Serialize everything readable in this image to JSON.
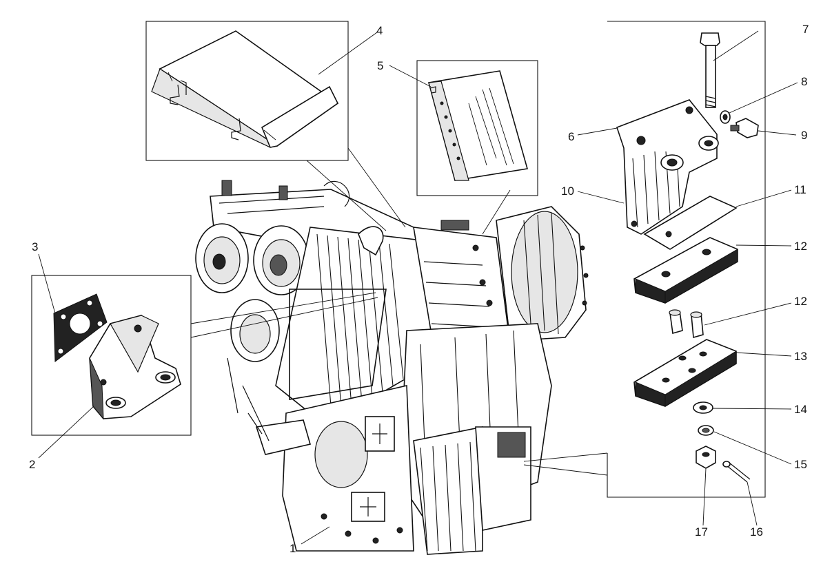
{
  "diagram": {
    "callouts": [
      {
        "id": "1",
        "label": "1"
      },
      {
        "id": "2",
        "label": "2"
      },
      {
        "id": "3",
        "label": "3"
      },
      {
        "id": "4",
        "label": "4"
      },
      {
        "id": "5",
        "label": "5"
      },
      {
        "id": "6",
        "label": "6"
      },
      {
        "id": "7",
        "label": "7"
      },
      {
        "id": "8",
        "label": "8"
      },
      {
        "id": "9",
        "label": "9"
      },
      {
        "id": "10",
        "label": "10"
      },
      {
        "id": "11",
        "label": "11"
      },
      {
        "id": "12a",
        "label": "12"
      },
      {
        "id": "12b",
        "label": "12"
      },
      {
        "id": "13",
        "label": "13"
      },
      {
        "id": "14",
        "label": "14"
      },
      {
        "id": "15",
        "label": "15"
      },
      {
        "id": "16",
        "label": "16"
      },
      {
        "id": "17",
        "label": "17"
      }
    ],
    "line_color": "#111111",
    "background": "#ffffff"
  }
}
